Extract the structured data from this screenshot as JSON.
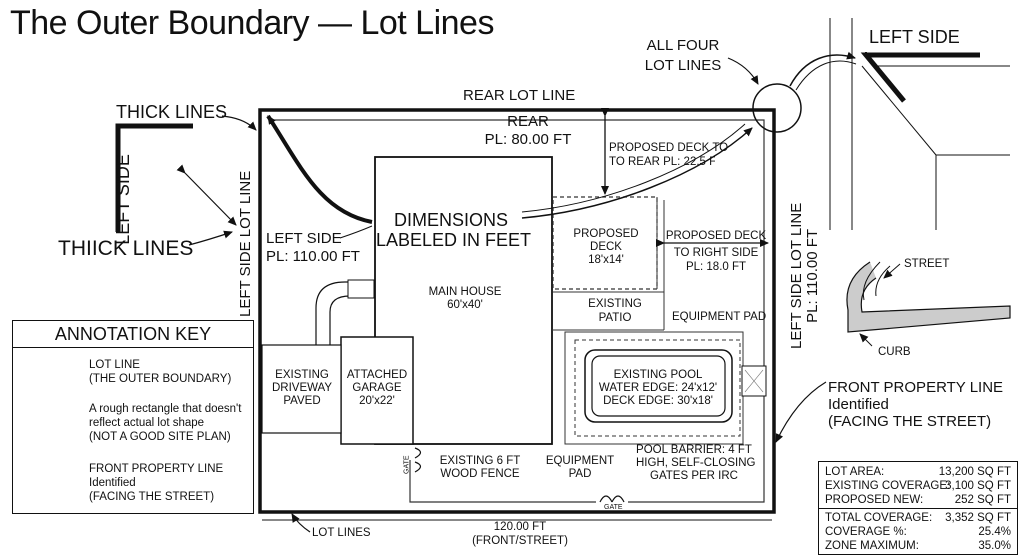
{
  "title": "The Outer Boundary — Lot Lines",
  "callouts": {
    "thick_lines_top": "THICK LINES",
    "thick_lines_bottom": "THIICK LINES",
    "left_side_corner": "LEFT SIDE",
    "left_side_lot_line": "LEFT SIDE LOT LINE",
    "rear_lot_line": "REAR LOT LINE",
    "all_four_1": "ALL FOUR",
    "all_four_2": "LOT LINES",
    "left_side_detail": "LEFT SIDE",
    "dimensions_1": "DIMENSIONS",
    "dimensions_2": "LABELED IN FEET",
    "right_side_lot_line_1": "LEFT SIDE LOT LINE",
    "right_side_lot_line_2": "PL: 110.00 FT",
    "street": "STREET",
    "curb": "CURB",
    "front_line_1": "FRONT PROPERTY LINE",
    "front_line_2": "Identified",
    "front_line_3": "(FACING THE STREET)",
    "lot_lines_bottom": "LOT LINES",
    "front_dim_1": "120.00 FT",
    "front_dim_2": "(FRONT/STREET)"
  },
  "plan": {
    "rear_1": "REAR",
    "rear_2": "PL: 80.00 FT",
    "left_side_1": "LEFT SIDE",
    "left_side_2": "PL: 110.00 FT",
    "proposed_deck_to_rear_1": "PROPOSED DECK TO",
    "proposed_deck_to_rear_2": "TO REAR PL: 22.5 FT",
    "proposed_deck_1": "PROPOSED",
    "proposed_deck_2": "DECK",
    "proposed_deck_3": "18'x14'",
    "deck_right_1": "PROPOSED DECK",
    "deck_right_2": "TO RIGHT SIDE",
    "deck_right_3": "PL: 18.0 FT",
    "main_house_1": "MAIN HOUSE",
    "main_house_2": "60'x40'",
    "existing_patio_1": "EXISTING",
    "existing_patio_2": "PATIO",
    "equipment_pad_right": "EQUIPMENT PAD",
    "driveway_1": "EXISTING",
    "driveway_2": "DRIVEWAY",
    "driveway_3": "PAVED",
    "garage_1": "ATTACHED",
    "garage_2": "GARAGE",
    "garage_3": "20'x22'",
    "pool_1": "EXISTING POOL",
    "pool_2": "WATER EDGE: 24'x12'",
    "pool_3": "DECK EDGE: 30'x18'",
    "fence_1": "EXISTING 6 FT",
    "fence_2": "WOOD FENCE",
    "equip_pad_1": "EQUIPMENT",
    "equip_pad_2": "PAD",
    "barrier_1": "POOL BARRIER: 4 FT",
    "barrier_2": "HIGH, SELF-CLOSING",
    "barrier_3": "GATES PER IRC",
    "gate_left": "GATE",
    "gate_bottom": "GATE"
  },
  "key": {
    "heading": "ANNOTATION KEY",
    "lot_line_1": "LOT LINE",
    "lot_line_2": "(THE OUTER BOUNDARY)",
    "rough_1": "A rough rectangle that doesn't",
    "rough_2": "reflect actual lot shape",
    "rough_3": "(NOT A GOOD SITE PLAN)",
    "front_1": "FRONT PROPERTY LINE",
    "front_2": "Identified",
    "front_3": "(FACING THE STREET)"
  },
  "stats": {
    "rows_top": [
      {
        "label": "LOT AREA:",
        "value": "13,200 SQ FT"
      },
      {
        "label": "EXISTING COVERAGE:",
        "value": "3,100 SQ FT"
      },
      {
        "label": "PROPOSED NEW:",
        "value": "252 SQ FT"
      }
    ],
    "rows_bottom": [
      {
        "label": "TOTAL COVERAGE:",
        "value": "3,352 SQ FT"
      },
      {
        "label": "COVERAGE %:",
        "value": "25.4%"
      },
      {
        "label": "ZONE MAXIMUM:",
        "value": "35.0%"
      }
    ]
  },
  "colors": {
    "ink": "#111111",
    "x_mark": "#d9312b",
    "paper": "#ffffff"
  }
}
